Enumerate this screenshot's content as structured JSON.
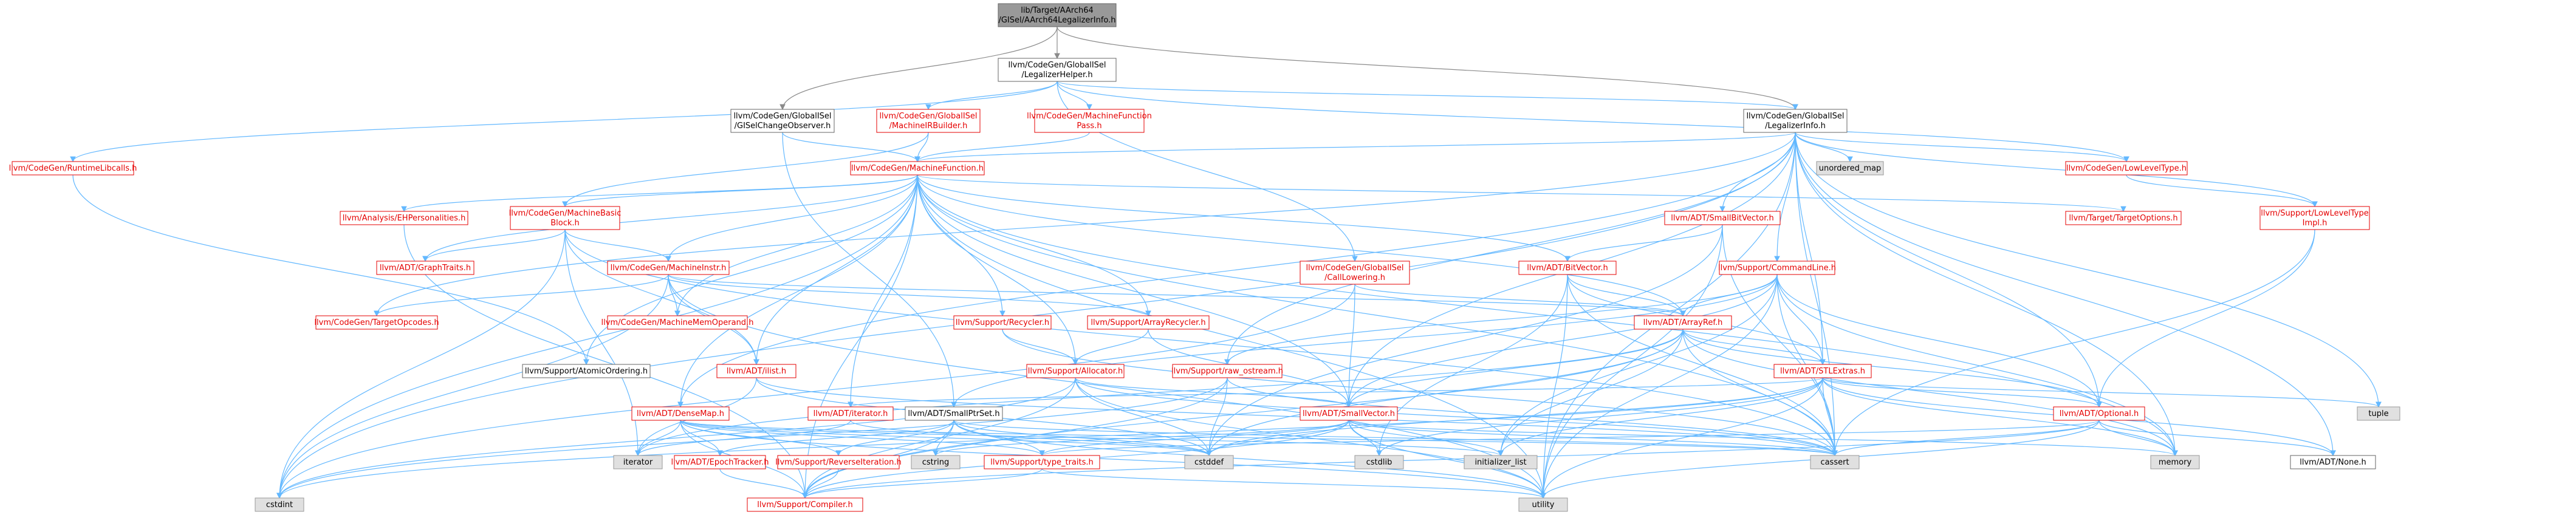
{
  "colors": {
    "edge": "#63b8ff",
    "edge_root": "#8a8a8a",
    "border_documented": "#666666",
    "border_undocumented": "#e50000",
    "fill_system": "#e0e0e0",
    "fill_root": "#999999"
  },
  "nodes": [
    {
      "id": "root",
      "kind": "root",
      "lines": [
        "lib/Target/AArch64",
        "/GISel/AArch64LegalizerInfo.h"
      ]
    },
    {
      "id": "legalizerhelper",
      "kind": "plain",
      "lines": [
        "llvm/CodeGen/GlobalISel",
        "/LegalizerHelper.h"
      ]
    },
    {
      "id": "gisel_change",
      "kind": "plain",
      "lines": [
        "llvm/CodeGen/GlobalISel",
        "/GISelChangeObserver.h"
      ]
    },
    {
      "id": "mirbuilder",
      "kind": "red",
      "lines": [
        "llvm/CodeGen/GlobalISel",
        "/MachineIRBuilder.h"
      ]
    },
    {
      "id": "mfpass",
      "kind": "red",
      "lines": [
        "llvm/CodeGen/MachineFunction",
        "Pass.h"
      ]
    },
    {
      "id": "legalizerinfo",
      "kind": "plain",
      "lines": [
        "llvm/CodeGen/GlobalISel",
        "/LegalizerInfo.h"
      ]
    },
    {
      "id": "runtimelibcalls",
      "kind": "red",
      "lines": [
        "llvm/CodeGen/RuntimeLibcalls.h"
      ]
    },
    {
      "id": "machinefunction",
      "kind": "red",
      "lines": [
        "llvm/CodeGen/MachineFunction.h"
      ]
    },
    {
      "id": "unordered_map",
      "kind": "gray",
      "lines": [
        "unordered_map"
      ]
    },
    {
      "id": "lowleveltype",
      "kind": "red",
      "lines": [
        "llvm/CodeGen/LowLevelType.h"
      ]
    },
    {
      "id": "lowleveltypeimpl",
      "kind": "red",
      "lines": [
        "llvm/Support/LowLevelType",
        "Impl.h"
      ]
    },
    {
      "id": "ehpersonalities",
      "kind": "red",
      "lines": [
        "llvm/Analysis/EHPersonalities.h"
      ]
    },
    {
      "id": "machinebasicblock",
      "kind": "red",
      "lines": [
        "llvm/CodeGen/MachineBasic",
        "Block.h"
      ]
    },
    {
      "id": "smallbitvector",
      "kind": "red",
      "lines": [
        "llvm/ADT/SmallBitVector.h"
      ]
    },
    {
      "id": "targetoptions",
      "kind": "red",
      "lines": [
        "llvm/Target/TargetOptions.h"
      ]
    },
    {
      "id": "graphtraits",
      "kind": "red",
      "lines": [
        "llvm/ADT/GraphTraits.h"
      ]
    },
    {
      "id": "machineinstr",
      "kind": "red",
      "lines": [
        "llvm/CodeGen/MachineInstr.h"
      ]
    },
    {
      "id": "calllowering",
      "kind": "red",
      "lines": [
        "llvm/CodeGen/GlobalISel",
        "/CallLowering.h"
      ]
    },
    {
      "id": "bitvector",
      "kind": "red",
      "lines": [
        "llvm/ADT/BitVector.h"
      ]
    },
    {
      "id": "commandline",
      "kind": "red",
      "lines": [
        "llvm/Support/CommandLine.h"
      ]
    },
    {
      "id": "targetopcodes",
      "kind": "red",
      "lines": [
        "llvm/CodeGen/TargetOpcodes.h"
      ]
    },
    {
      "id": "machinememoperand",
      "kind": "red",
      "lines": [
        "llvm/CodeGen/MachineMemOperand.h"
      ]
    },
    {
      "id": "recycler",
      "kind": "red",
      "lines": [
        "llvm/Support/Recycler.h"
      ]
    },
    {
      "id": "arrayrecycler",
      "kind": "red",
      "lines": [
        "llvm/Support/ArrayRecycler.h"
      ]
    },
    {
      "id": "arrayref",
      "kind": "red",
      "lines": [
        "llvm/ADT/ArrayRef.h"
      ]
    },
    {
      "id": "atomicordering",
      "kind": "plain",
      "lines": [
        "llvm/Support/AtomicOrdering.h"
      ]
    },
    {
      "id": "ilist",
      "kind": "red",
      "lines": [
        "llvm/ADT/ilist.h"
      ]
    },
    {
      "id": "allocator",
      "kind": "red",
      "lines": [
        "llvm/Support/Allocator.h"
      ]
    },
    {
      "id": "raw_ostream",
      "kind": "red",
      "lines": [
        "llvm/Support/raw_ostream.h"
      ]
    },
    {
      "id": "stlextras",
      "kind": "red",
      "lines": [
        "llvm/ADT/STLExtras.h"
      ]
    },
    {
      "id": "densemap",
      "kind": "red",
      "lines": [
        "llvm/ADT/DenseMap.h"
      ]
    },
    {
      "id": "adt_iterator",
      "kind": "red",
      "lines": [
        "llvm/ADT/iterator.h"
      ]
    },
    {
      "id": "smallptrset",
      "kind": "plain",
      "lines": [
        "llvm/ADT/SmallPtrSet.h"
      ]
    },
    {
      "id": "smallvector",
      "kind": "red",
      "lines": [
        "llvm/ADT/SmallVector.h"
      ]
    },
    {
      "id": "optional",
      "kind": "red",
      "lines": [
        "llvm/ADT/Optional.h"
      ]
    },
    {
      "id": "tuple",
      "kind": "gray",
      "lines": [
        "tuple"
      ]
    },
    {
      "id": "iterator",
      "kind": "gray",
      "lines": [
        "iterator"
      ]
    },
    {
      "id": "epochtracker",
      "kind": "red",
      "lines": [
        "llvm/ADT/EpochTracker.h"
      ]
    },
    {
      "id": "reverseiteration",
      "kind": "red",
      "lines": [
        "llvm/Support/ReverseIteration.h"
      ]
    },
    {
      "id": "cstring",
      "kind": "gray",
      "lines": [
        "cstring"
      ]
    },
    {
      "id": "typetraits",
      "kind": "red",
      "lines": [
        "llvm/Support/type_traits.h"
      ]
    },
    {
      "id": "cstddef",
      "kind": "gray",
      "lines": [
        "cstddef"
      ]
    },
    {
      "id": "cstdlib",
      "kind": "gray",
      "lines": [
        "cstdlib"
      ]
    },
    {
      "id": "initializer_list",
      "kind": "gray",
      "lines": [
        "initializer_list"
      ]
    },
    {
      "id": "cassert",
      "kind": "gray",
      "lines": [
        "cassert"
      ]
    },
    {
      "id": "memory",
      "kind": "gray",
      "lines": [
        "memory"
      ]
    },
    {
      "id": "none",
      "kind": "plain",
      "lines": [
        "llvm/ADT/None.h"
      ]
    },
    {
      "id": "cstdint",
      "kind": "gray",
      "lines": [
        "cstdint"
      ]
    },
    {
      "id": "compiler",
      "kind": "red",
      "lines": [
        "llvm/Support/Compiler.h"
      ]
    },
    {
      "id": "utility",
      "kind": "gray",
      "lines": [
        "utility"
      ]
    }
  ],
  "edges": [
    [
      "root",
      "legalizerhelper"
    ],
    [
      "root",
      "gisel_change"
    ],
    [
      "root",
      "legalizerinfo"
    ],
    [
      "legalizerhelper",
      "mirbuilder"
    ],
    [
      "legalizerhelper",
      "mfpass"
    ],
    [
      "legalizerhelper",
      "legalizerinfo"
    ],
    [
      "legalizerhelper",
      "calllowering"
    ],
    [
      "legalizerhelper",
      "runtimelibcalls"
    ],
    [
      "legalizerhelper",
      "lowleveltype"
    ],
    [
      "gisel_change",
      "machinefunction"
    ],
    [
      "gisel_change",
      "smallptrset"
    ],
    [
      "mirbuilder",
      "machinebasicblock"
    ],
    [
      "mirbuilder",
      "machinefunction"
    ],
    [
      "mfpass",
      "machinefunction"
    ],
    [
      "legalizerinfo",
      "unordered_map"
    ],
    [
      "legalizerinfo",
      "lowleveltype"
    ],
    [
      "legalizerinfo",
      "smallbitvector"
    ],
    [
      "legalizerinfo",
      "commandline"
    ],
    [
      "legalizerinfo",
      "stlextras"
    ],
    [
      "legalizerinfo",
      "smallvector"
    ],
    [
      "legalizerinfo",
      "machinefunction"
    ],
    [
      "legalizerinfo",
      "targetopcodes"
    ],
    [
      "legalizerinfo",
      "raw_ostream"
    ],
    [
      "legalizerinfo",
      "densemap"
    ],
    [
      "legalizerinfo",
      "lowleveltypeimpl"
    ],
    [
      "legalizerinfo",
      "optional"
    ],
    [
      "legalizerinfo",
      "tuple"
    ],
    [
      "legalizerinfo",
      "cassert"
    ],
    [
      "legalizerinfo",
      "memory"
    ],
    [
      "legalizerinfo",
      "none"
    ],
    [
      "legalizerinfo",
      "cstdint"
    ],
    [
      "legalizerinfo",
      "utility"
    ],
    [
      "runtimelibcalls",
      "atomicordering"
    ],
    [
      "machinefunction",
      "ehpersonalities"
    ],
    [
      "machinefunction",
      "machinebasicblock"
    ],
    [
      "machinefunction",
      "machineinstr"
    ],
    [
      "machinefunction",
      "machinememoperand"
    ],
    [
      "machinefunction",
      "recycler"
    ],
    [
      "machinefunction",
      "arrayrecycler"
    ],
    [
      "machinefunction",
      "bitvector"
    ],
    [
      "machinefunction",
      "arrayref"
    ],
    [
      "machinefunction",
      "ilist"
    ],
    [
      "machinefunction",
      "allocator"
    ],
    [
      "machinefunction",
      "smallvector"
    ],
    [
      "machinefunction",
      "adt_iterator"
    ],
    [
      "machinefunction",
      "densemap"
    ],
    [
      "machinefunction",
      "targetoptions"
    ],
    [
      "machinefunction",
      "graphtraits"
    ],
    [
      "machinefunction",
      "atomicordering"
    ],
    [
      "machinefunction",
      "cassert"
    ],
    [
      "machinefunction",
      "cstdint"
    ],
    [
      "machinefunction",
      "memory"
    ],
    [
      "machinefunction",
      "utility"
    ],
    [
      "machinefunction",
      "compiler"
    ],
    [
      "lowleveltype",
      "lowleveltypeimpl"
    ],
    [
      "lowleveltypeimpl",
      "optional"
    ],
    [
      "lowleveltypeimpl",
      "cassert"
    ],
    [
      "ehpersonalities",
      "compiler"
    ],
    [
      "machinebasicblock",
      "graphtraits"
    ],
    [
      "machinebasicblock",
      "machineinstr"
    ],
    [
      "machinebasicblock",
      "ilist"
    ],
    [
      "machinebasicblock",
      "iterator"
    ],
    [
      "machinebasicblock",
      "cassert"
    ],
    [
      "machinebasicblock",
      "cstdint"
    ],
    [
      "machineinstr",
      "targetopcodes"
    ],
    [
      "machineinstr",
      "machinememoperand"
    ],
    [
      "machineinstr",
      "arrayrecycler"
    ],
    [
      "machineinstr",
      "arrayref"
    ],
    [
      "machineinstr",
      "ilist"
    ],
    [
      "machineinstr",
      "cstdint"
    ],
    [
      "machineinstr",
      "utility"
    ],
    [
      "calllowering",
      "arrayref"
    ],
    [
      "calllowering",
      "smallvector"
    ],
    [
      "calllowering",
      "cstdint"
    ],
    [
      "smallbitvector",
      "bitvector"
    ],
    [
      "smallbitvector",
      "cassert"
    ],
    [
      "smallbitvector",
      "cstddef"
    ],
    [
      "smallbitvector",
      "utility"
    ],
    [
      "bitvector",
      "arrayref"
    ],
    [
      "bitvector",
      "stlextras"
    ],
    [
      "bitvector",
      "cassert"
    ],
    [
      "bitvector",
      "cstdlib"
    ],
    [
      "bitvector",
      "utility"
    ],
    [
      "commandline",
      "arrayref"
    ],
    [
      "commandline",
      "stlextras"
    ],
    [
      "commandline",
      "smallptrset"
    ],
    [
      "commandline",
      "smallvector"
    ],
    [
      "commandline",
      "raw_ostream"
    ],
    [
      "commandline",
      "optional"
    ],
    [
      "commandline",
      "cassert"
    ],
    [
      "commandline",
      "initializer_list"
    ],
    [
      "commandline",
      "memory"
    ],
    [
      "commandline",
      "utility"
    ],
    [
      "recycler",
      "allocator"
    ],
    [
      "recycler",
      "cassert"
    ],
    [
      "arrayrecycler",
      "allocator"
    ],
    [
      "arrayrecycler",
      "smallvector"
    ],
    [
      "arrayref",
      "stlextras"
    ],
    [
      "arrayref",
      "smallvector"
    ],
    [
      "arrayref",
      "optional"
    ],
    [
      "arrayref",
      "compiler"
    ],
    [
      "arrayref",
      "cassert"
    ],
    [
      "arrayref",
      "cstddef"
    ],
    [
      "arrayref",
      "initializer_list"
    ],
    [
      "arrayref",
      "iterator"
    ],
    [
      "arrayref",
      "memory"
    ],
    [
      "ilist",
      "iterator"
    ],
    [
      "ilist",
      "cassert"
    ],
    [
      "ilist",
      "cstddef"
    ],
    [
      "allocator",
      "smallvector"
    ],
    [
      "allocator",
      "compiler"
    ],
    [
      "allocator",
      "cstddef"
    ],
    [
      "allocator",
      "cstdint"
    ],
    [
      "allocator",
      "cassert"
    ],
    [
      "allocator",
      "utility"
    ],
    [
      "raw_ostream",
      "compiler"
    ],
    [
      "raw_ostream",
      "cassert"
    ],
    [
      "raw_ostream",
      "cstddef"
    ],
    [
      "raw_ostream",
      "cstdint"
    ],
    [
      "stlextras",
      "optional"
    ],
    [
      "stlextras",
      "adt_iterator"
    ],
    [
      "stlextras",
      "none"
    ],
    [
      "stlextras",
      "cassert"
    ],
    [
      "stlextras",
      "cstddef"
    ],
    [
      "stlextras",
      "cstdlib"
    ],
    [
      "stlextras",
      "initializer_list"
    ],
    [
      "stlextras",
      "memory"
    ],
    [
      "stlextras",
      "tuple"
    ],
    [
      "stlextras",
      "utility"
    ],
    [
      "stlextras",
      "cstdint"
    ],
    [
      "densemap",
      "epochtracker"
    ],
    [
      "densemap",
      "reverseiteration"
    ],
    [
      "densemap",
      "typetraits"
    ],
    [
      "densemap",
      "compiler"
    ],
    [
      "densemap",
      "cassert"
    ],
    [
      "densemap",
      "cstddef"
    ],
    [
      "densemap",
      "initializer_list"
    ],
    [
      "densemap",
      "iterator"
    ],
    [
      "densemap",
      "utility"
    ],
    [
      "adt_iterator",
      "iterator"
    ],
    [
      "adt_iterator",
      "cstddef"
    ],
    [
      "smallptrset",
      "epochtracker"
    ],
    [
      "smallptrset",
      "reverseiteration"
    ],
    [
      "smallptrset",
      "typetraits"
    ],
    [
      "smallptrset",
      "compiler"
    ],
    [
      "smallptrset",
      "cassert"
    ],
    [
      "smallptrset",
      "cstddef"
    ],
    [
      "smallptrset",
      "cstring"
    ],
    [
      "smallptrset",
      "utility"
    ],
    [
      "smallvector",
      "typetraits"
    ],
    [
      "smallvector",
      "compiler"
    ],
    [
      "smallvector",
      "cassert"
    ],
    [
      "smallvector",
      "cstddef"
    ],
    [
      "smallvector",
      "cstdlib"
    ],
    [
      "smallvector",
      "cstring"
    ],
    [
      "smallvector",
      "initializer_list"
    ],
    [
      "smallvector",
      "memory"
    ],
    [
      "smallvector",
      "utility"
    ],
    [
      "optional",
      "none"
    ],
    [
      "optional",
      "typetraits"
    ],
    [
      "optional",
      "compiler"
    ],
    [
      "optional",
      "cassert"
    ],
    [
      "optional",
      "memory"
    ],
    [
      "optional",
      "utility"
    ],
    [
      "epochtracker",
      "compiler"
    ],
    [
      "reverseiteration",
      "compiler"
    ],
    [
      "typetraits",
      "compiler"
    ],
    [
      "typetraits",
      "utility"
    ]
  ]
}
